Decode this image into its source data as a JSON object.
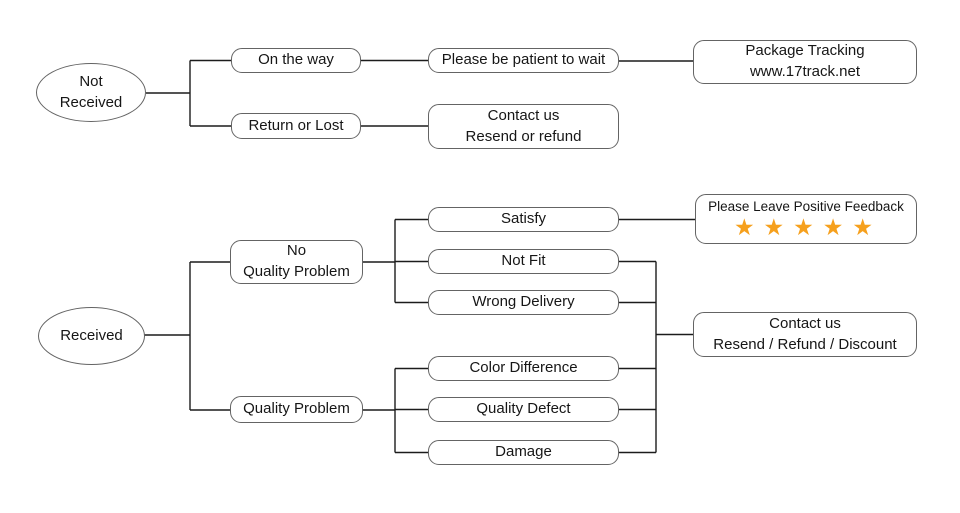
{
  "colors": {
    "background": "#ffffff",
    "connector_line": "#1c1c1c",
    "node_border": "#646464",
    "node_text": "#161616",
    "star": "#F6A01D"
  },
  "flowchart": {
    "not_received": {
      "label": "Not\nReceived"
    },
    "on_the_way": {
      "label": "On the way"
    },
    "please_be_patient": {
      "label": "Please be patient to wait"
    },
    "package_tracking": {
      "label": "Package Tracking\nwww.17track.net"
    },
    "return_or_lost": {
      "label": "Return or Lost"
    },
    "contact_resend_refund": {
      "label": "Contact us\nResend or refund"
    },
    "received": {
      "label": "Received"
    },
    "no_quality_problem": {
      "label": "No\nQuality Problem"
    },
    "quality_problem": {
      "label": "Quality Problem"
    },
    "satisfy": {
      "label": "Satisfy"
    },
    "not_fit": {
      "label": "Not Fit"
    },
    "wrong_delivery": {
      "label": "Wrong Delivery"
    },
    "color_difference": {
      "label": "Color Difference"
    },
    "quality_defect": {
      "label": "Quality Defect"
    },
    "damage": {
      "label": "Damage"
    },
    "positive_feedback": {
      "label": "Please Leave Positive Feedback",
      "stars": "★★★★★"
    },
    "contact_resend_refund_discount": {
      "label": "Contact us\nResend / Refund / Discount"
    }
  }
}
